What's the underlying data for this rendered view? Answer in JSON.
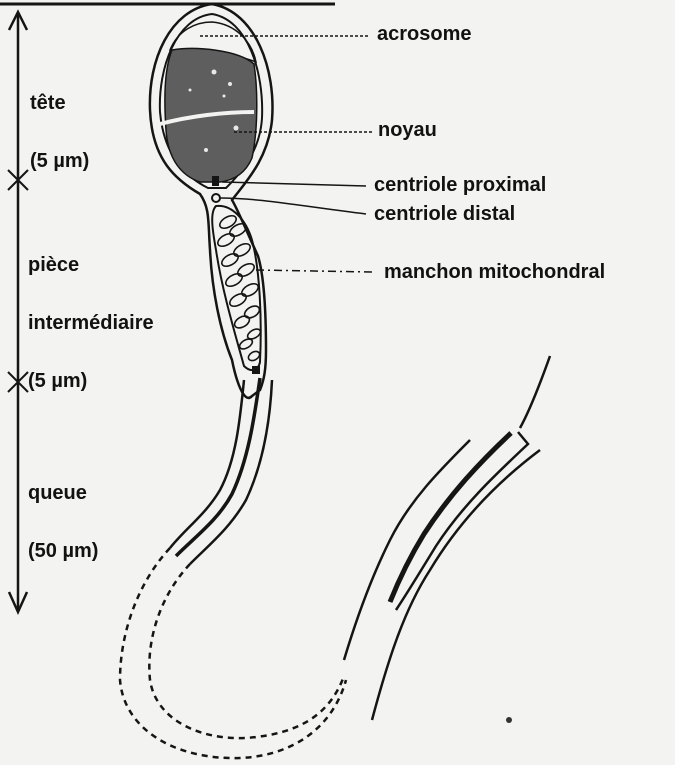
{
  "labels": {
    "acrosome": "acrosome",
    "noyau": "noyau",
    "centriole_proximal": "centriole proximal",
    "centriole_distal": "centriole distal",
    "manchon": "manchon mitochondral"
  },
  "scale": {
    "tete": {
      "name": "tête",
      "size": "(5 µm)"
    },
    "piece": {
      "name_1": "pièce",
      "name_2": "intermédiaire",
      "size": "(5 µm)"
    },
    "queue": {
      "name": "queue",
      "size": "(50 µm)"
    }
  },
  "colors": {
    "ink": "#151515",
    "nucleus": "#5e5e5e",
    "paper": "#f3f3f1"
  }
}
